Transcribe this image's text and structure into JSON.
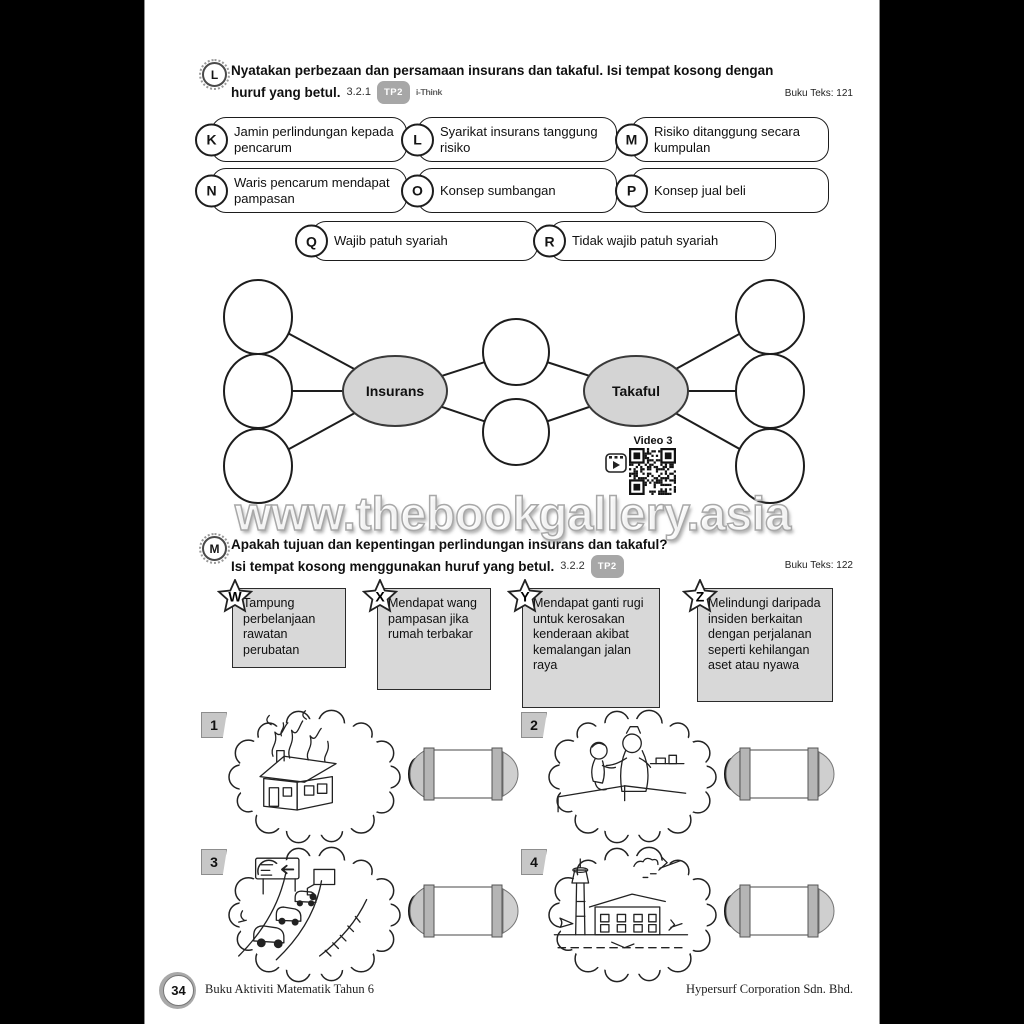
{
  "page": {
    "number": "34",
    "footer_left": "Buku Aktiviti Matematik Tahun 6",
    "footer_right": "Hypersurf Corporation Sdn. Bhd.",
    "watermark": "www.thebookgallery.asia"
  },
  "colors": {
    "page_bg": "#ffffff",
    "side_bars": "#000000",
    "gray_fill": "#d8d8d8",
    "oval_fill": "#d4d4d4",
    "capsule_bar": "#b5b5b5",
    "line": "#1d1d1d"
  },
  "section_l": {
    "badge": "L",
    "instruction_line1": "Nyatakan perbezaan dan persamaan insurans dan takaful. Isi tempat kosong dengan",
    "instruction_line2": "huruf yang betul.",
    "code": "3.2.1",
    "tp_badge": "TP2",
    "ithink_label": "i-Think",
    "textbook_ref": "Buku Teks: 121",
    "options": [
      {
        "letter": "K",
        "text": "Jamin perlindungan kepada pencarum"
      },
      {
        "letter": "L",
        "text": "Syarikat insurans tanggung risiko"
      },
      {
        "letter": "M",
        "text": "Risiko ditanggung secara kumpulan"
      },
      {
        "letter": "N",
        "text": "Waris pencarum mendapat pampasan"
      },
      {
        "letter": "O",
        "text": "Konsep sumbangan"
      },
      {
        "letter": "P",
        "text": "Konsep jual beli"
      },
      {
        "letter": "Q",
        "text": "Wajib patuh syariah"
      },
      {
        "letter": "R",
        "text": "Tidak wajib patuh syariah"
      }
    ],
    "diagram": {
      "left_label": "Insurans",
      "right_label": "Takaful",
      "video_label": "Video 3"
    }
  },
  "section_m": {
    "badge": "M",
    "instruction_line1": "Apakah tujuan dan kepentingan perlindungan insurans dan takaful?",
    "instruction_line2": "Isi tempat kosong menggunakan huruf yang betul.",
    "code": "3.2.2",
    "tp_badge": "TP2",
    "textbook_ref": "Buku Teks: 122",
    "cards": [
      {
        "letter": "W",
        "text": "Tampung perbelanjaan rawatan perubatan"
      },
      {
        "letter": "X",
        "text": "Mendapat wang pampasan jika rumah terbakar"
      },
      {
        "letter": "Y",
        "text": "Mendapat ganti rugi untuk kerosakan kenderaan akibat kemalangan jalan raya"
      },
      {
        "letter": "Z",
        "text": "Melindungi daripada insiden berkaitan dengan perjalanan seperti kehilangan aset atau nyawa"
      }
    ],
    "items": [
      {
        "number": "1",
        "illustration": "burning-house"
      },
      {
        "number": "2",
        "illustration": "nurse-treating-child"
      },
      {
        "number": "3",
        "illustration": "traffic-jam-accident"
      },
      {
        "number": "4",
        "illustration": "airport-terminal"
      }
    ]
  }
}
